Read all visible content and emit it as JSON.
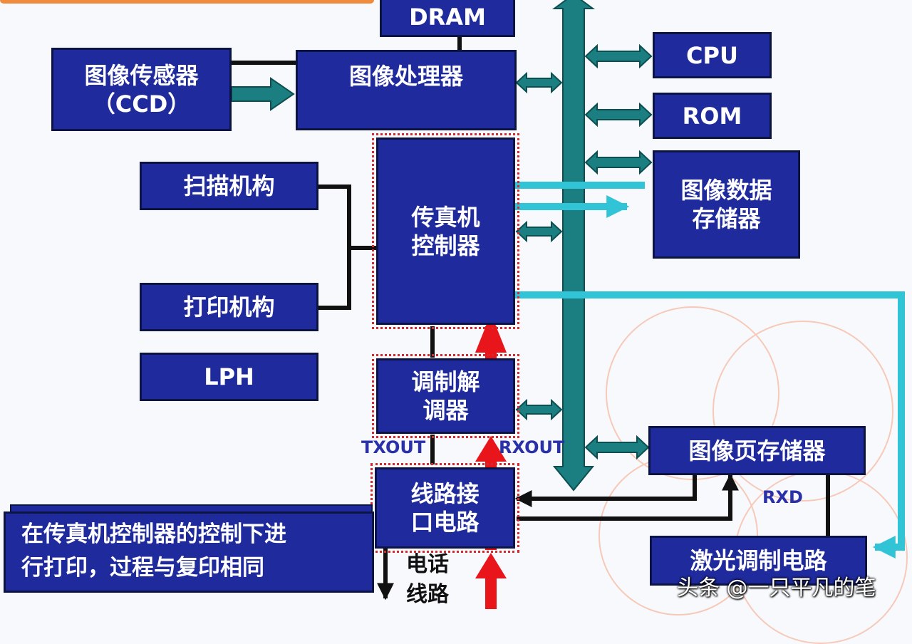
{
  "blocks": {
    "dram": "DRAM",
    "image_sensor": "图像传感器\n（CCD）",
    "image_processor": "图像处理器",
    "cpu": "CPU",
    "rom": "ROM",
    "scan_mechanism": "扫描机构",
    "print_mechanism": "打印机构",
    "lph": "LPH",
    "fax_controller": "传真机\n控制器",
    "image_data_storage": "图像数据\n存储器",
    "modem": "调制解\n调器",
    "image_page_storage": "图像页存储器",
    "line_interface": "线路接\n口电路",
    "laser_modulation": "激光调制电路"
  },
  "signals": {
    "txout": "TXOUT",
    "rxout": "RXOUT",
    "rxd": "RXD",
    "phone_line": "电话\n线路"
  },
  "note": "在传真机控制器的控制下进\n行打印，过程与复印相同",
  "watermark": "头条 @一只平凡的笔",
  "colors": {
    "block": "#1f2a9c",
    "bus": "#1b7f82",
    "data_path": "#31c3d6",
    "signal_path": "#e8161b",
    "wire": "#111111"
  }
}
